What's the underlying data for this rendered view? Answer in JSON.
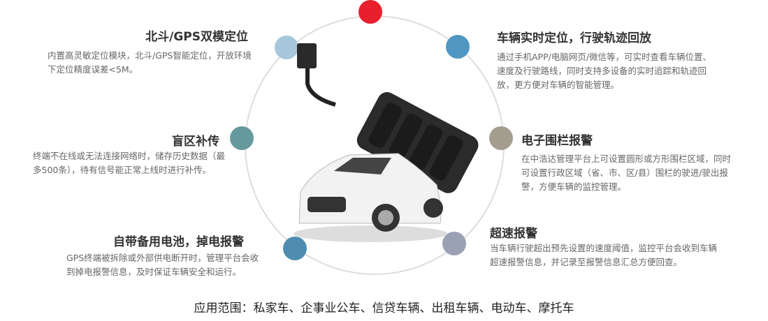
{
  "features": [
    {
      "title": "北斗/GPS双模定位",
      "desc": "内置高灵敏定位模块，北斗/GPS智能定位，开放环境下定位精度误差<5M。",
      "color": "#a6c7dc"
    },
    {
      "title": "盲区补传",
      "desc": "终端不在线或无法连接网络时，储存历史数据（最多500条），待有信号能正常上线时进行补传。",
      "color": "#66999e"
    },
    {
      "title": "自带备用电池，掉电报警",
      "desc": "GPS终端被拆除或外部供电断开时，管理平台会收到掉电报警信息，及时保证车辆安全和运行。",
      "color": "#4f8cb0"
    },
    {
      "title": "车辆实时定位，行驶轨迹回放",
      "desc": "通过手机APP/电脑网页/微信等，可实时查看车辆位置、速度及行驶路线，同时支持多设备的实时追踪和轨迹回放，更方便对车辆的智能管理。",
      "color": "#4f96c2"
    },
    {
      "title": "电子围栏报警",
      "desc": "在中浩达管理平台上可设置圆形或方形围栏区域，同时可设置行政区域（省、市、区/县）围栏的驶进/驶出报警，方便车辆的监控管理。",
      "color": "#a39e8f"
    },
    {
      "title": "超速报警",
      "desc": "当车辆行驶超出预先设置的速度阈值，监控平台会收到车辆超速报警信息，并记录至报警信息汇总方便回查。",
      "color": "#9aa1b4"
    }
  ],
  "top_dot_color": "#e8202e",
  "application_scope": "应用范围：私家车、企事业公车、信贷车辆、出租车辆、电动车、摩托车"
}
